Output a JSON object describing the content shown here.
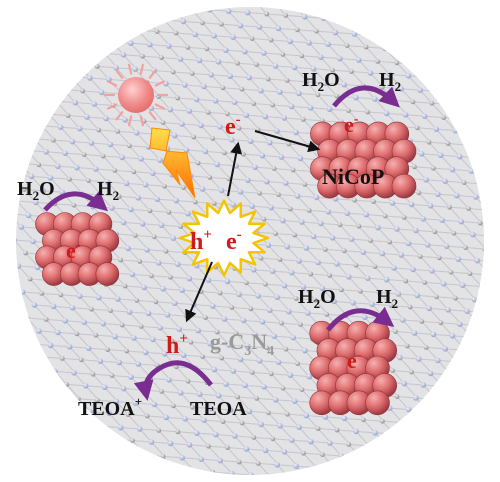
{
  "colors": {
    "background_disc": "#e3e3e6",
    "lattice_node_a": "#b6bdd9",
    "lattice_node_b": "#a9a9a9",
    "particle": "#dd6b6d",
    "particle_dark": "#a63f44",
    "arrow_purple": "#7a2d91",
    "electron_red": "#d11a1a",
    "sun": "#f08a8a",
    "bolt_yellow": "#ffcc00",
    "bolt_orange": "#ff7a00",
    "burst_outline": "#f5c400"
  },
  "icons": [
    "sun-icon",
    "lightning-bolt-icon",
    "charge-burst-icon"
  ],
  "labels": {
    "water_top_right": {
      "main": "H",
      "sub": "2",
      "tail": "O"
    },
    "hydrogen_top_right": {
      "main": "H",
      "sub": "2"
    },
    "water_left": {
      "main": "H",
      "sub": "2",
      "tail": "O"
    },
    "hydrogen_left": {
      "main": "H",
      "sub": "2"
    },
    "water_bottom_right": {
      "main": "H",
      "sub": "2",
      "tail": "O"
    },
    "hydrogen_bottom_right": {
      "main": "H",
      "sub": "2"
    },
    "catalyst": "NiCoP",
    "electron_free": {
      "main": "e",
      "sup": "-"
    },
    "electron_top_right_particle": {
      "main": "e",
      "sup": "-"
    },
    "electron_left_particle": {
      "main": "e",
      "sup": "-"
    },
    "electron_bottom_right_particle": {
      "main": "e",
      "sup": "-"
    },
    "burst_hole": {
      "main": "h",
      "sup": "+"
    },
    "burst_electron": {
      "main": "e",
      "sup": "-"
    },
    "hole_free": {
      "main": "h",
      "sup": "+"
    },
    "support": {
      "a": "g-C",
      "b": "3",
      "c": "N",
      "d": "4"
    },
    "oxidized_donor": {
      "main": "TEOA",
      "sup": "+"
    },
    "donor": "TEOA"
  }
}
